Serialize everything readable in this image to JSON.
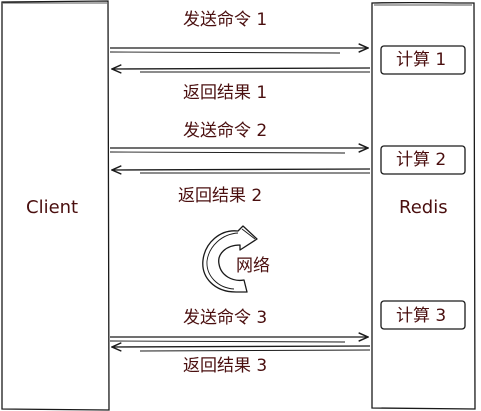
{
  "nodes": {
    "client": "Client",
    "redis": "Redis"
  },
  "messages": [
    {
      "send": "发送命令 1",
      "compute": "计算 1",
      "return": "返回结果 1"
    },
    {
      "send": "发送命令 2",
      "compute": "计算 2",
      "return": "返回结果 2"
    },
    {
      "send": "发送命令 3",
      "compute": "计算 3",
      "return": "返回结果 3"
    }
  ],
  "network": {
    "label": "网络",
    "icon": "circular-arrow-icon"
  },
  "colors": {
    "stroke": "#1a1a1a",
    "text": "#4a0f0f"
  }
}
